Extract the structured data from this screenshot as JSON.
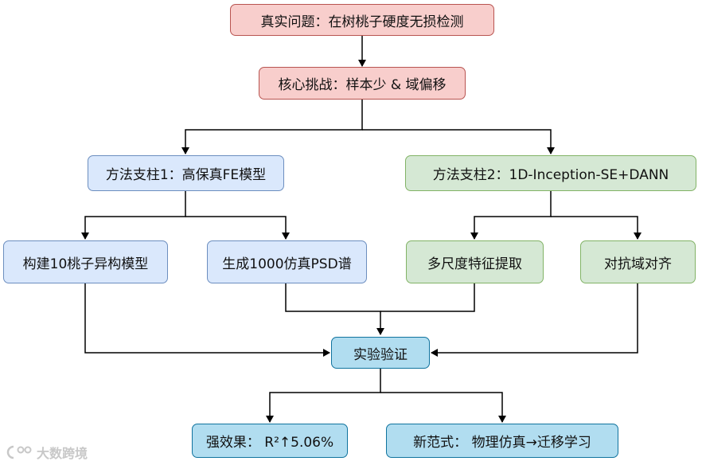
{
  "nodes": {
    "problem": "真实问题：在树桃子硬度无损检测",
    "challenge": "核心挑战：样本少 & 域偏移",
    "pillar1": "方法支柱1：高保真FE模型",
    "pillar2": "方法支柱2：1D-Inception-SE+DANN",
    "build_models": "构建10桃子异构模型",
    "gen_psd": "生成1000仿真PSD谱",
    "multiscale": "多尺度特征提取",
    "adversarial": "对抗域对齐",
    "validation": "实验验证",
    "result": "强效果： R²↑5.06%",
    "paradigm": "新范式： 物理仿真→迁移学习"
  },
  "watermark": "大数跨境",
  "colors": {
    "red_fill": "#f8cecc",
    "red_border": "#b85450",
    "blue_fill": "#dae8fc",
    "blue_border": "#6c8ebf",
    "green_fill": "#d5e8d4",
    "green_border": "#82b366",
    "cyan_fill": "#b1ddf0",
    "cyan_border": "#10739e"
  }
}
